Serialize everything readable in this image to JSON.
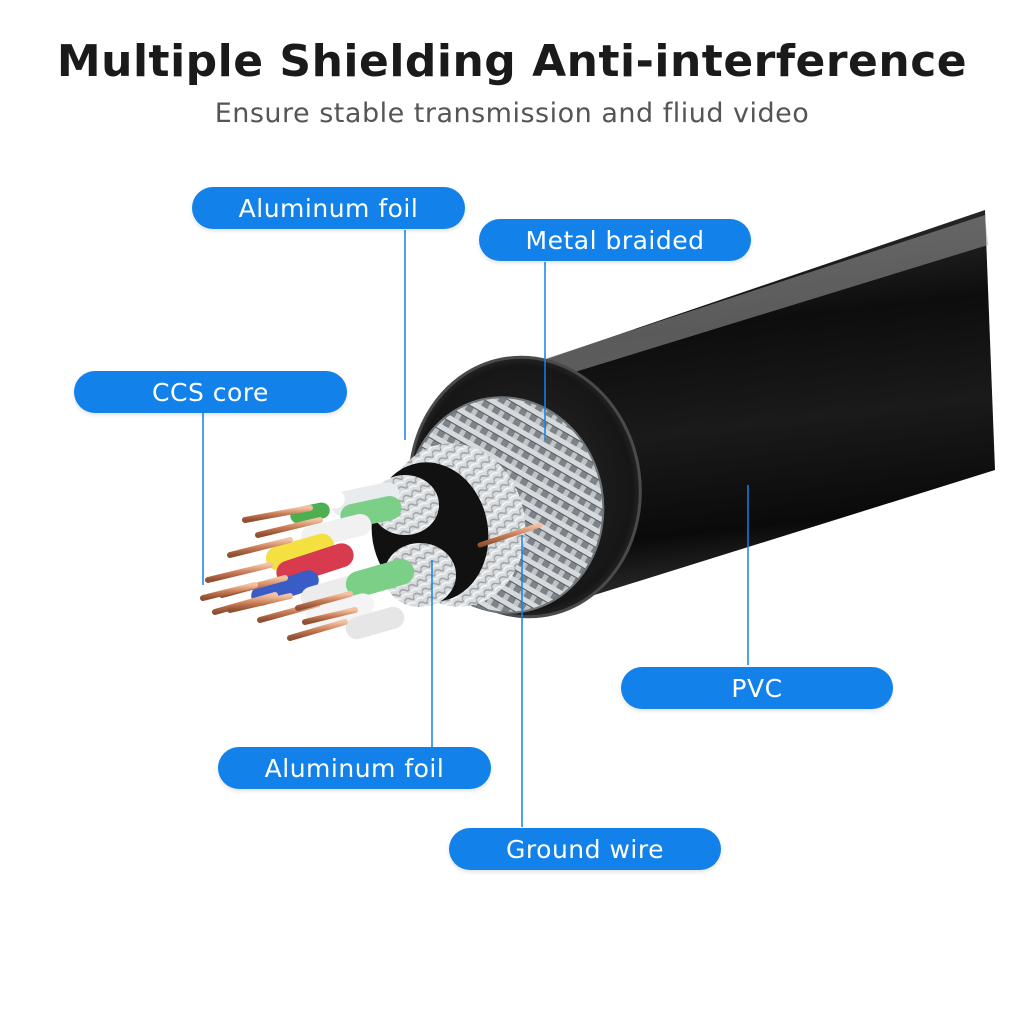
{
  "header": {
    "title": "Multiple Shielding Anti-interference",
    "subtitle": "Ensure stable transmission and fliud video"
  },
  "labels": {
    "aluminum_foil_top": "Aluminum foil",
    "metal_braided": "Metal braided",
    "ccs_core": "CCS core",
    "pvc": "PVC",
    "aluminum_foil_bottom": "Aluminum foil",
    "ground_wire": "Ground wire"
  },
  "colors": {
    "label_fill": "#1282ea",
    "label_text": "#ffffff",
    "leader_line": "#1282ea",
    "jacket": "#141414",
    "title_text": "#1a1a1a",
    "subtitle_text": "#555555"
  }
}
